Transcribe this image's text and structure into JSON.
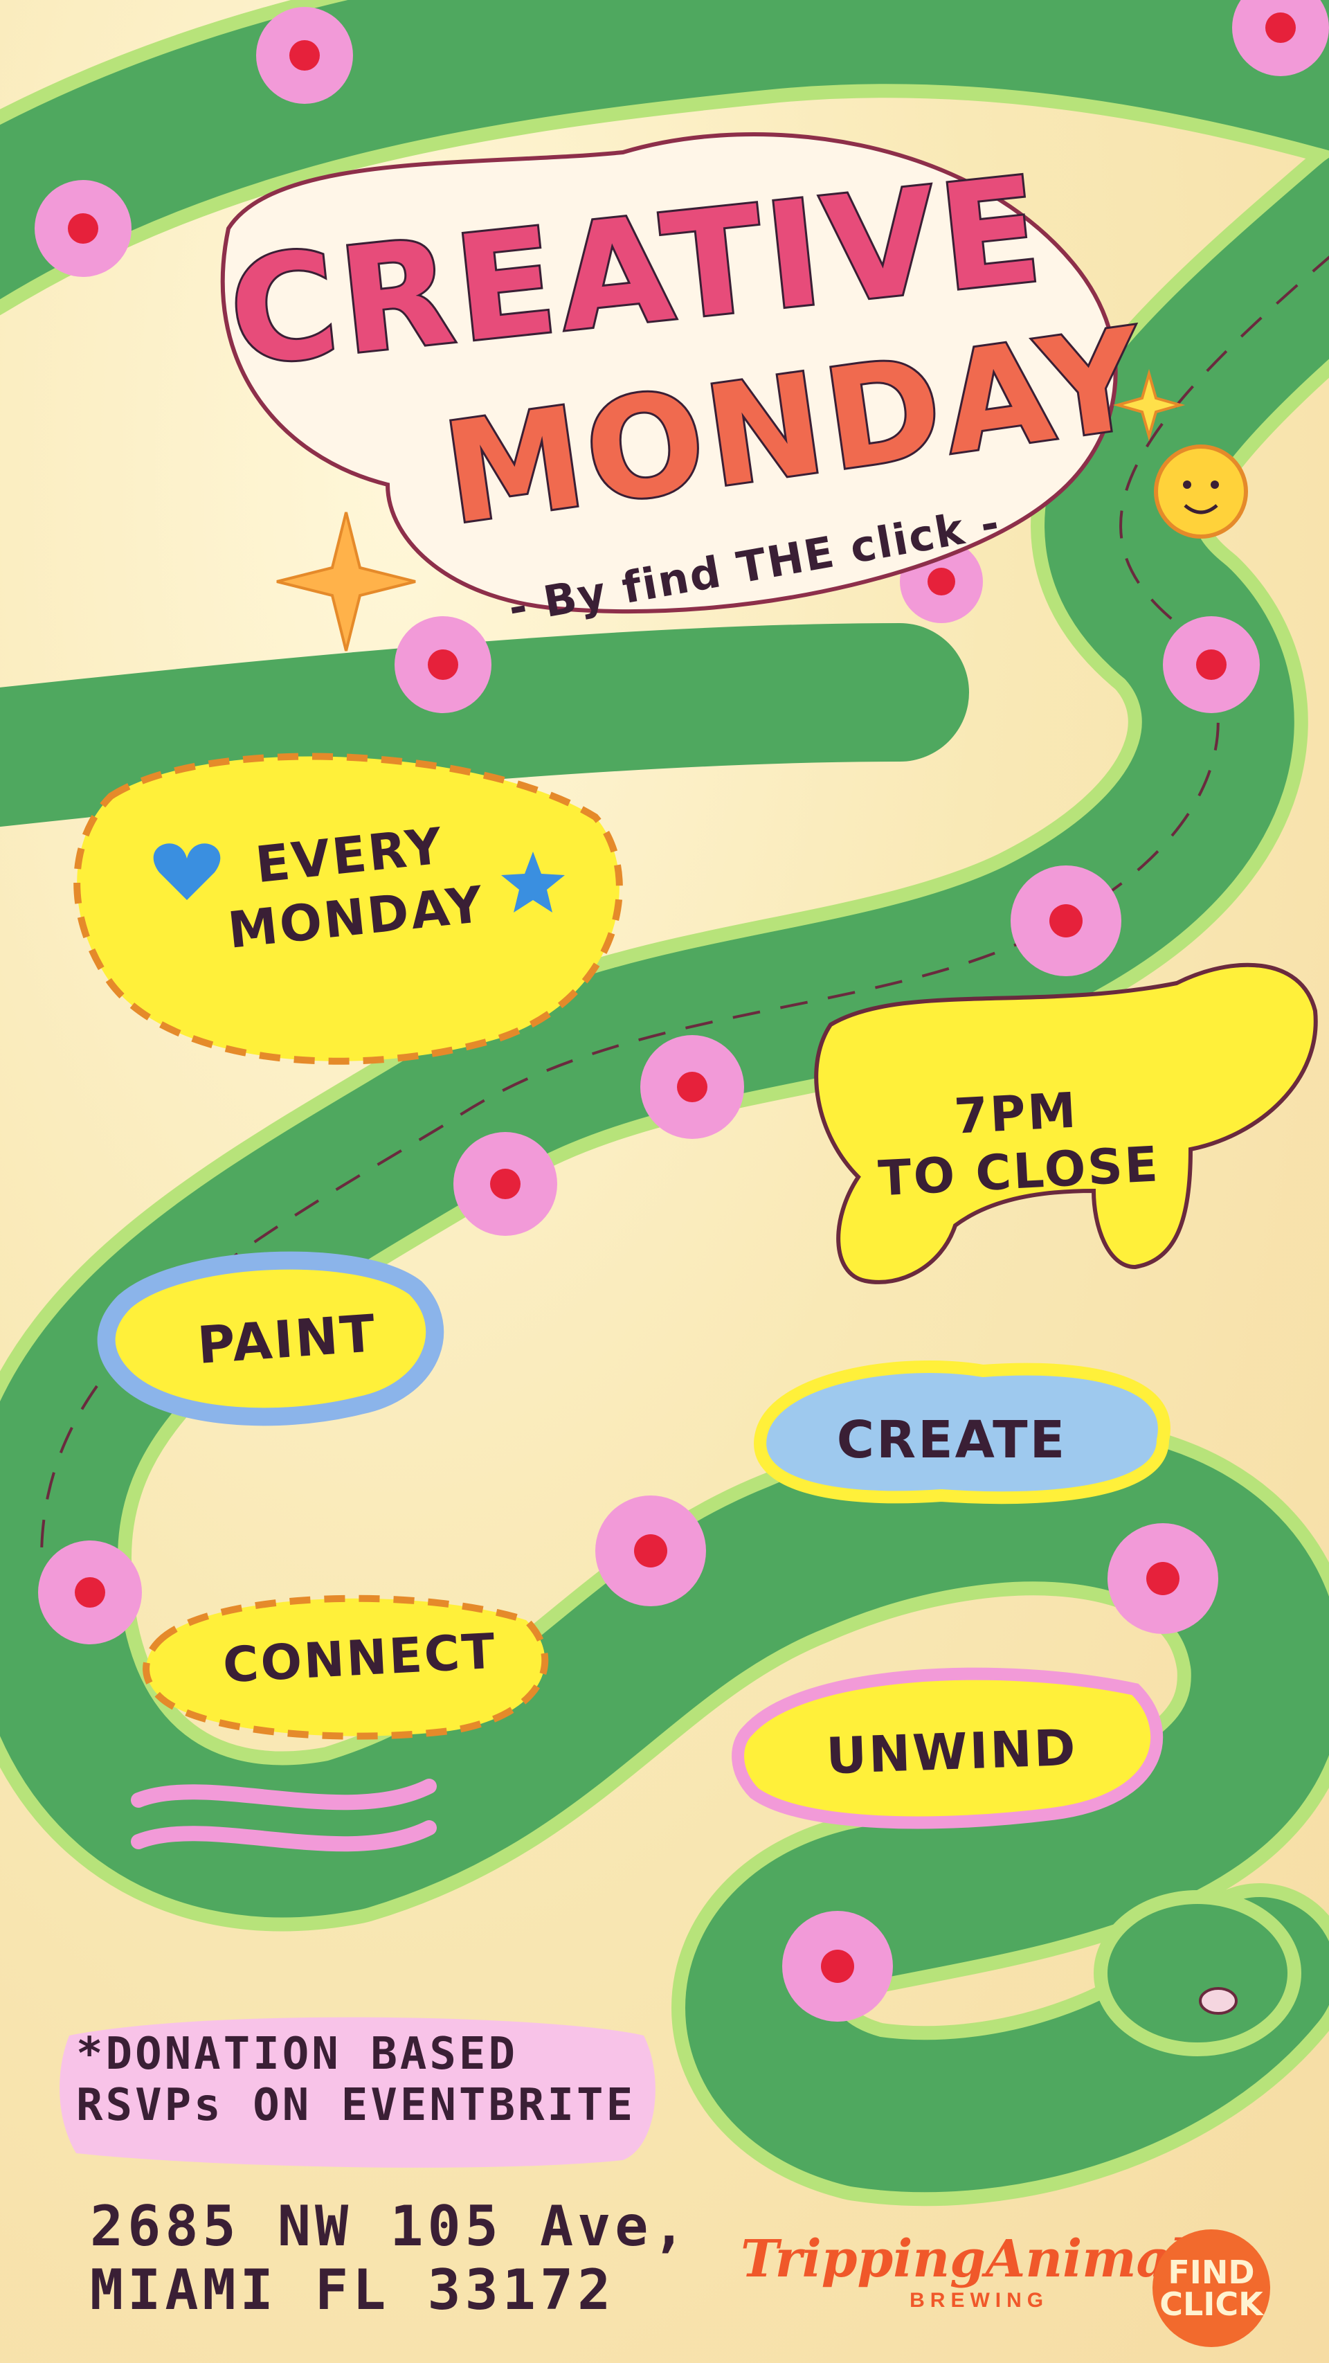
{
  "title": {
    "line1": "CREATIVE",
    "line2": "MONDAY",
    "byline": "- By find THE click -"
  },
  "schedule": {
    "days_line1": "EVERY",
    "days_line2": "MONDAY",
    "time_line1": "7PM",
    "time_line2": "TO CLOSE"
  },
  "activities": {
    "paint": "PAINT",
    "create": "CREATE",
    "connect": "CONNECT",
    "unwind": "UNWIND"
  },
  "details": {
    "line1": "*DONATION BASED",
    "line2": "RSVPs ON EVENTBRITE"
  },
  "address": {
    "line1": "2685 NW 105 Ave,",
    "line2": "MIAMI FL 33172"
  },
  "sponsor": {
    "name": "TrippingAnimals",
    "sub": "BREWING"
  },
  "organizer_logo": {
    "line1": "FIND",
    "line2": "CLICK"
  },
  "colors": {
    "snake": "#4fa85f",
    "snake_edge": "#b7e37a",
    "flower": "#f29ad8",
    "flower_center": "#e6213b",
    "badge_yellow": "#fff03a",
    "badge_blue": "#9ec9ee",
    "ink": "#3a1f35",
    "accent_orange": "#f0582a"
  }
}
